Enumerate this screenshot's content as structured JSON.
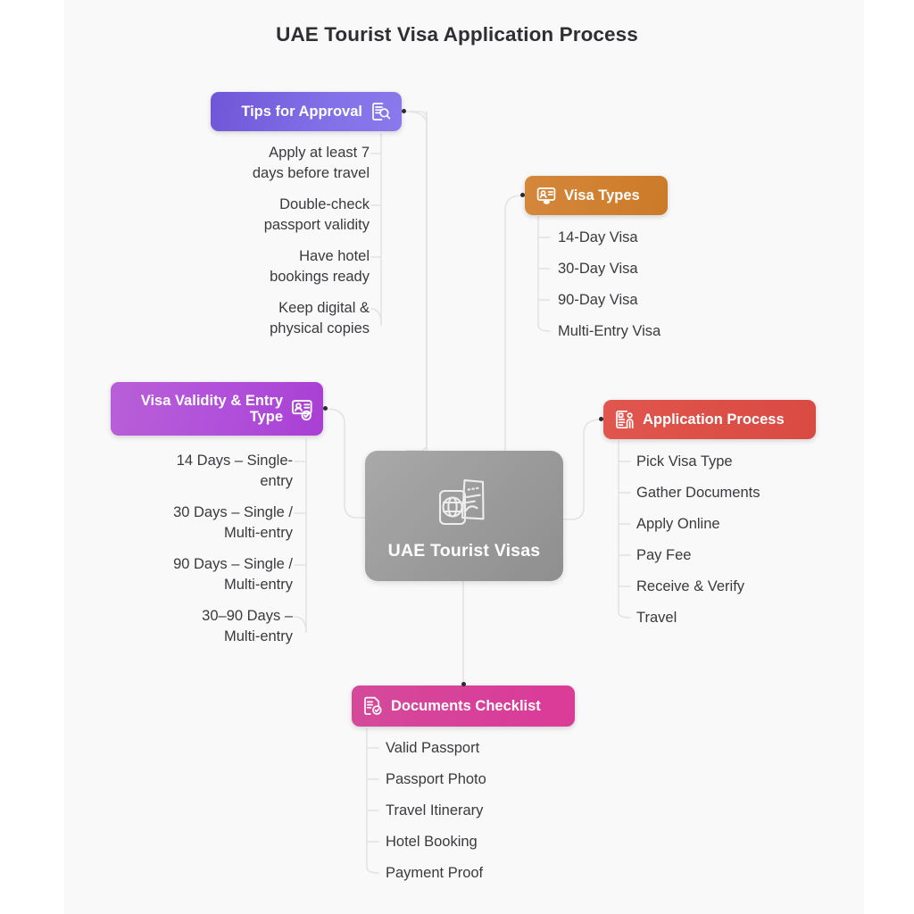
{
  "page": {
    "title": "UAE Tourist Visa Application Process",
    "background": "#f9f9fa",
    "title_color": "#2f2f33",
    "connector_color": "#e2e2e4"
  },
  "center": {
    "label": "UAE Tourist Visas",
    "icon": "passport-ticket-icon",
    "color": "#9a9a9a"
  },
  "branches": [
    {
      "id": "tips",
      "label": "Tips for Approval",
      "icon": "document-search-icon",
      "color": "#8270e8",
      "side": "left",
      "items": [
        "Apply at least 7\ndays before travel",
        "Double-check\npassport validity",
        "Have hotel\nbookings ready",
        "Keep digital &\nphysical copies"
      ]
    },
    {
      "id": "types",
      "label": "Visa Types",
      "icon": "id-card-eye-icon",
      "color": "#d0802f",
      "side": "right",
      "items": [
        "14-Day Visa",
        "30-Day Visa",
        "90-Day Visa",
        "Multi-Entry Visa"
      ]
    },
    {
      "id": "validity",
      "label": "Visa Validity & Entry Type",
      "icon": "id-card-check-icon",
      "color": "#b050da",
      "side": "left",
      "items": [
        "14 Days – Single-\nentry",
        "30 Days – Single /\nMulti-entry",
        "90 Days – Single /\nMulti-entry",
        "30–90 Days –\nMulti-entry"
      ]
    },
    {
      "id": "process",
      "label": "Application Process",
      "icon": "document-person-icon",
      "color": "#dc4f47",
      "side": "right",
      "items": [
        "Pick Visa Type",
        "Gather Documents",
        "Apply Online",
        "Pay Fee",
        "Receive & Verify",
        "Travel"
      ]
    },
    {
      "id": "docs",
      "label": "Documents Checklist",
      "icon": "document-check-icon",
      "color": "#d8409a",
      "side": "right",
      "items": [
        "Valid Passport",
        "Passport Photo",
        "Travel Itinerary",
        "Hotel Booking",
        "Payment Proof"
      ]
    }
  ]
}
